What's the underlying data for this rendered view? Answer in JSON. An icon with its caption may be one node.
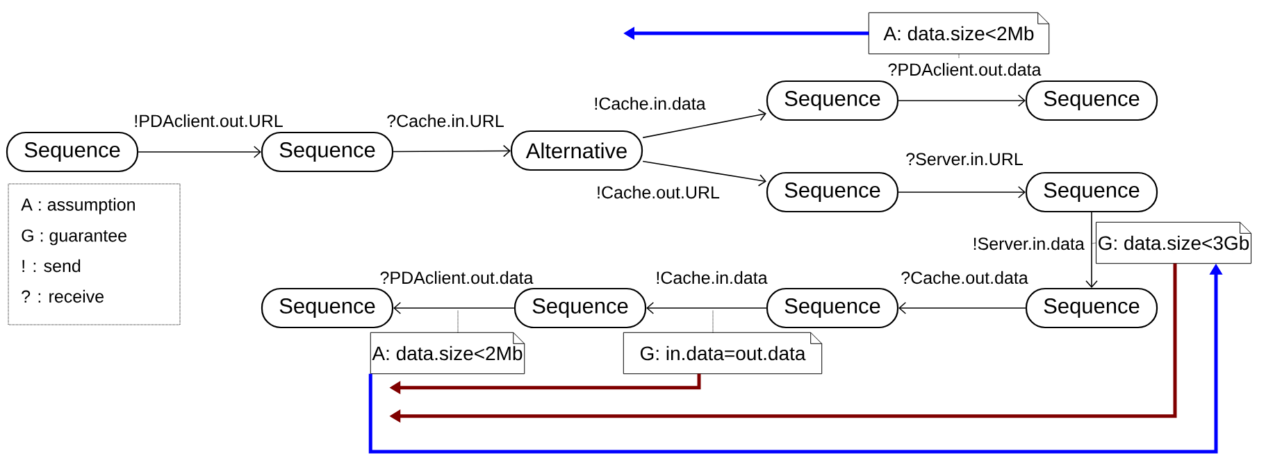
{
  "diagram": {
    "nodes": [
      {
        "text": [
          "Sequence"
        ]
      },
      {
        "text": [
          "Sequence"
        ]
      },
      {
        "text": [
          "Alternative"
        ]
      },
      {
        "text": [
          "Sequence"
        ]
      },
      {
        "text": [
          "Sequence"
        ]
      },
      {
        "text": [
          "Sequence"
        ]
      },
      {
        "text": [
          "Sequence"
        ]
      },
      {
        "text": [
          "Sequence"
        ]
      },
      {
        "text": [
          "Sequence"
        ]
      },
      {
        "text": [
          "Sequence"
        ]
      },
      {
        "text": [
          "Sequence"
        ]
      },
      {
        "text": [
          "A: data.size<2Mb"
        ]
      },
      {
        "text": [
          "G: data.size<3Gb"
        ]
      },
      {
        "text": [
          "A: data.size<2Mb"
        ]
      },
      {
        "text": [
          "G: in.data=out.data"
        ]
      }
    ],
    "edges": [
      {
        "from": 0,
        "to": 1,
        "arrow": "to",
        "label": "!PDAclient.out.URL"
      },
      {
        "from": 1,
        "to": 2,
        "arrow": "to",
        "label": "?Cache.in.URL"
      },
      {
        "from": 2,
        "to": 3,
        "arrow": "to",
        "label": "!Cache.in.data"
      },
      {
        "from": 2,
        "to": 5,
        "arrow": "to",
        "label": "!Cache.out.URL"
      },
      {
        "from": 3,
        "to": 4,
        "arrow": "to",
        "label": "?PDAclient.out.data"
      },
      {
        "from": 5,
        "to": 6,
        "arrow": "to",
        "label": "?Server.in.URL"
      },
      {
        "from": 6,
        "to": 7,
        "arrow": "to",
        "label": "!Server.in.data"
      },
      {
        "from": 7,
        "to": 8,
        "arrow": "to",
        "label": "?Cache.out.data"
      },
      {
        "from": 8,
        "to": 9,
        "arrow": "to",
        "label": "!Cache.in.data"
      },
      {
        "from": 9,
        "to": 10,
        "arrow": "to",
        "label": "?PDAclient.out.data"
      },
      {
        "from": 11,
        "to": null,
        "arrow": "none",
        "style": "dashed"
      },
      {
        "from": 12,
        "to": null,
        "arrow": "none",
        "style": "dashed"
      },
      {
        "from": 13,
        "to": null,
        "arrow": "none",
        "style": "dashed"
      },
      {
        "from": 14,
        "to": null,
        "arrow": "none",
        "style": "dashed"
      },
      {
        "from": 11,
        "to": null,
        "arrow": "to",
        "style": "thick",
        "color": "#0000ff"
      },
      {
        "from": 14,
        "to": 13,
        "arrow": "to",
        "style": "thick",
        "color": "#800000"
      },
      {
        "from": 12,
        "to": 13,
        "arrow": "to",
        "style": "thick",
        "color": "#800000"
      },
      {
        "from": 13,
        "to": 12,
        "arrow": "to",
        "style": "thick",
        "color": "#0000ff"
      }
    ],
    "labels": [
      "A : assumption",
      "G : guarantee",
      "! : send",
      "? : receive"
    ]
  }
}
